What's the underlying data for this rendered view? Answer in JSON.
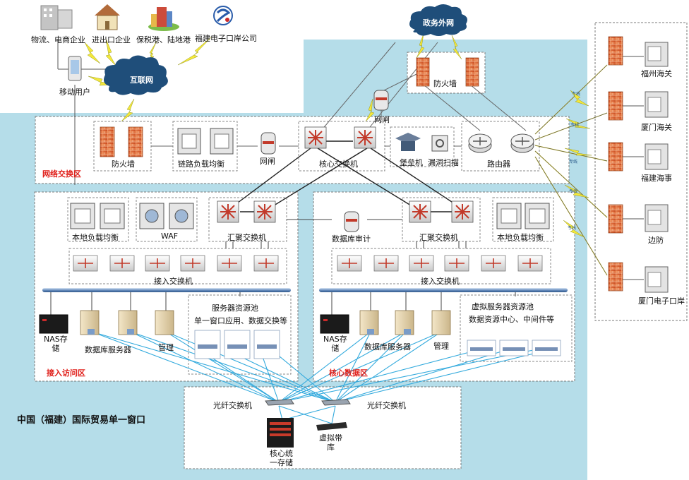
{
  "colors": {
    "bg_zone": "#b5dde9",
    "zone_label": "#e0201b",
    "firewall": "#e06a2e",
    "switch": "#c23a2a",
    "cloud": "#1f4e7a",
    "fiber": "#33aadd",
    "bolt": "#f3e83c"
  },
  "clouds": {
    "internet": "互联网",
    "gov": "政务外网"
  },
  "top_clients": {
    "logistics": "物流、电商企业",
    "import_export": "进出口企业",
    "bonded": "保税港、陆地港",
    "fujian_port": "福建电子口岸公司",
    "mobile": "移动用户"
  },
  "gov_firewall": "防火墙",
  "gatekeeper_top": "网闸",
  "exchange": {
    "zone": "网络交换区",
    "firewall": "防火墙",
    "lb": "链路负载均衡",
    "gatekeeper": "网闸",
    "core": "核心交换机",
    "bastion": "堡垒机",
    "scan": "漏洞扫描",
    "router": "路由器"
  },
  "remote": {
    "fuzhou": "福州海关",
    "xiamen": "厦门海关",
    "fujian_msa": "福建海事",
    "border": "边防",
    "xiamen_port": "厦门电子口岸"
  },
  "link_label": "专线",
  "access": {
    "zone": "接入访问区",
    "lb": "本地负载均衡",
    "waf": "WAF",
    "agg": "汇聚交换机",
    "access_sw": "接入交换机",
    "nas": "NAS存\n储",
    "db": "数据库服务器",
    "mgmt": "管理",
    "pool_title": "服务器资源池",
    "pool_sub": "单一窗口应用、数据交换等"
  },
  "core_data": {
    "zone": "核心数据区",
    "db_audit": "数据库审计",
    "agg": "汇聚交换机",
    "lb": "本地负载均衡",
    "access_sw": "接入交换机",
    "nas": "NAS存\n储",
    "db": "数据库服务器",
    "mgmt": "管理",
    "pool_title": "虚拟服务器资源池",
    "pool_sub": "数据资源中心、中间件等"
  },
  "storage": {
    "fiber1": "光纤交换机",
    "fiber2": "光纤交换机",
    "core_storage": "核心统\n一存储",
    "vtl": "虚拟带\n库"
  },
  "page_title": "中国（福建）国际贸易单一窗口"
}
